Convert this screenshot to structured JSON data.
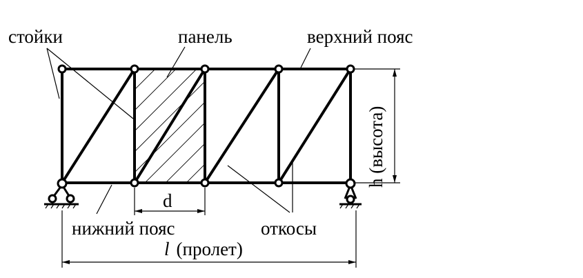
{
  "labels": {
    "posts": "стойки",
    "panel": "панель",
    "top_chord": "верхний пояс",
    "bottom_chord": "нижний пояс",
    "diagonals": "откосы",
    "panel_width": "d",
    "height": "h (высота)",
    "span_symbol": "l",
    "span_text": "(пролет)"
  }
}
